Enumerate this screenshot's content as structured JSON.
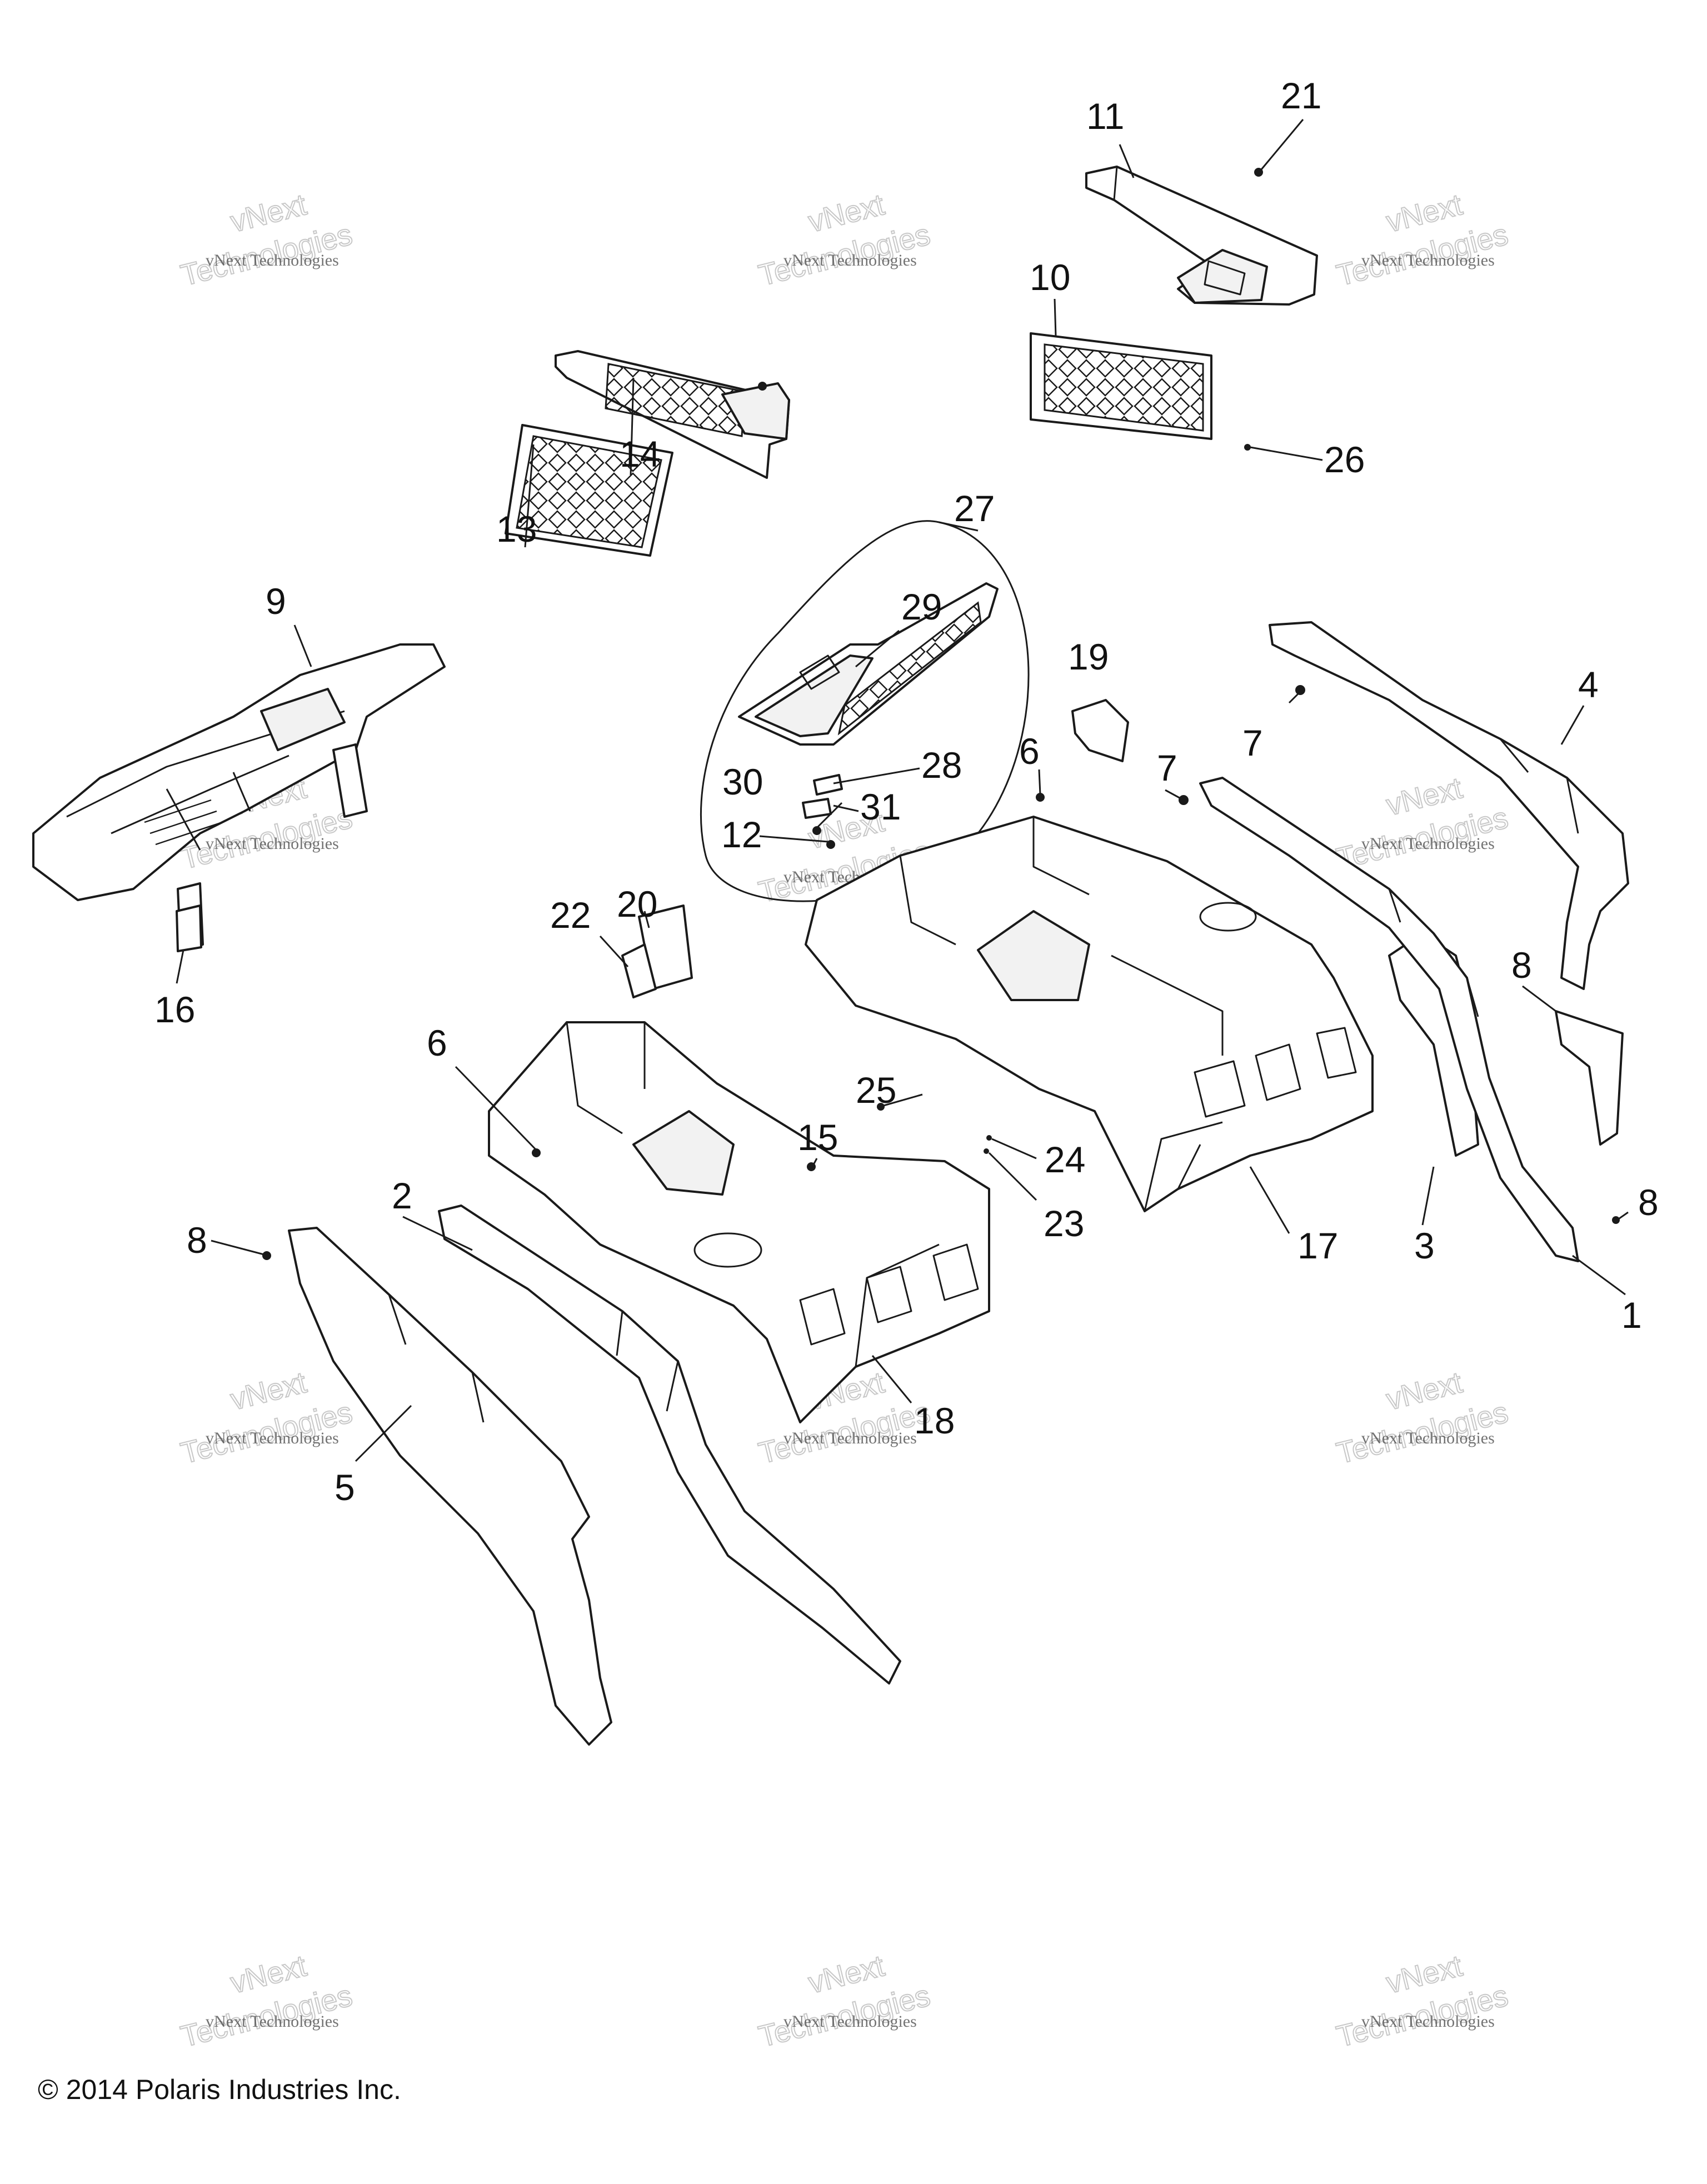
{
  "callouts": {
    "c1": "1",
    "c2": "2",
    "c3": "3",
    "c4": "4",
    "c5": "5",
    "c6a": "6",
    "c6b": "6",
    "c7a": "7",
    "c7b": "7",
    "c8a": "8",
    "c8b": "8",
    "c8c": "8",
    "c9": "9",
    "c10": "10",
    "c11": "11",
    "c12": "12",
    "c13": "13",
    "c14": "14",
    "c15": "15",
    "c16": "16",
    "c17": "17",
    "c18": "18",
    "c19": "19",
    "c20": "20",
    "c21": "21",
    "c22": "22",
    "c23": "23",
    "c24": "24",
    "c25": "25",
    "c26": "26",
    "c27": "27",
    "c28": "28",
    "c29": "29",
    "c30": "30",
    "c31": "31"
  },
  "watermark": {
    "line1": "vNext Technologies",
    "line2": "vNext",
    "line3": "Technologies"
  },
  "copyright": "© 2014 Polaris Industries Inc."
}
